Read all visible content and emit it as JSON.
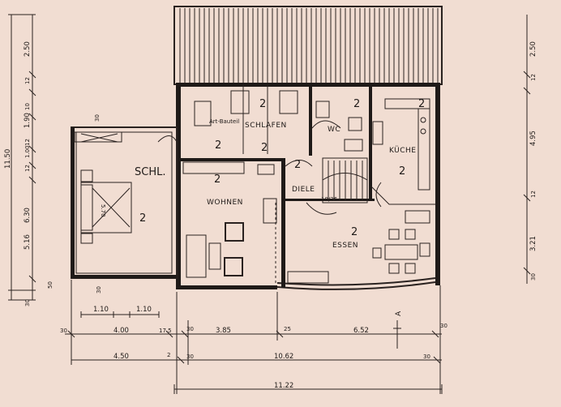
{
  "rooms": {
    "schl": "SCHL.",
    "schlafen": "SCHLAFEN",
    "schlafen_note": "Art-Bauteil",
    "wc": "WC",
    "kueche": "KÜCHE",
    "wohnen": "WOHNEN",
    "diele": "DIELE",
    "essen": "ESSEN",
    "stair_note": "18/26",
    "bed_dim": "5.70"
  },
  "room_marks": [
    "2",
    "2",
    "2",
    "2",
    "2",
    "2",
    "2",
    "2",
    "2",
    "2"
  ],
  "section_mark": "A",
  "dims_left": [
    "2.50",
    "12",
    "10",
    "1.90",
    "11.50",
    "12",
    "1.00",
    "1.00",
    "12",
    "6.30",
    "5.16",
    "50",
    "30",
    "30"
  ],
  "dims_left_inner": [
    "30",
    "30"
  ],
  "dims_right": [
    "2.50",
    "12",
    "4.95",
    "12",
    "3.21",
    "30"
  ],
  "dims_bottom_row1": [
    "1.10",
    "1.10"
  ],
  "dims_bottom_row2": [
    "30",
    "4.00",
    "17.5",
    "30",
    "3.85",
    "25",
    "6.52",
    "30"
  ],
  "dims_bottom_row3": [
    "4.50",
    "2",
    "30",
    "10.62",
    "30"
  ],
  "dims_bottom_row4": [
    "11.22"
  ]
}
